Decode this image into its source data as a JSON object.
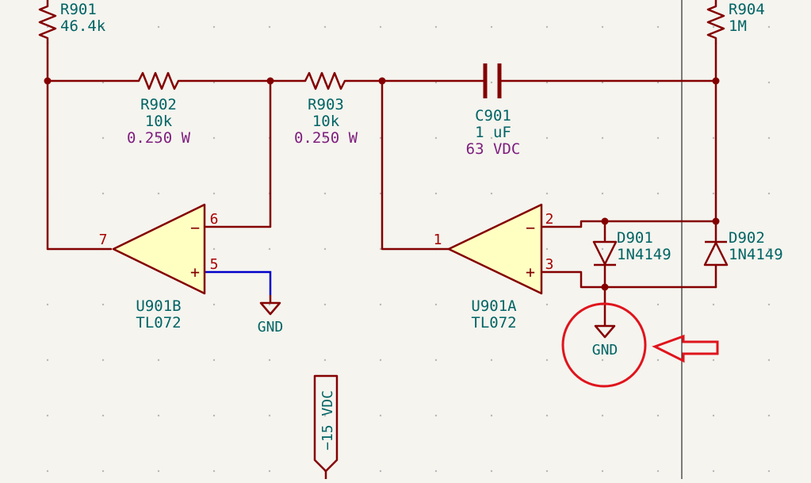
{
  "colors": {
    "background": "#f5f4ef",
    "wire": "#840000",
    "opamp_fill": "#ffffc2",
    "reference_text": "#006464",
    "field_text": "#7e1e7e",
    "pin_number": "#a90000",
    "highlighted_wire": "#0000c8",
    "annotation": "#e0141c"
  },
  "components": {
    "r901": {
      "ref": "R901",
      "value": "46.4k"
    },
    "r902": {
      "ref": "R902",
      "value": "10k",
      "power": "0.250 W"
    },
    "r903": {
      "ref": "R903",
      "value": "10k",
      "power": "0.250 W"
    },
    "r904": {
      "ref": "R904",
      "value": "1M"
    },
    "c901": {
      "ref": "C901",
      "value": "1 uF",
      "voltage": "63 VDC"
    },
    "u901b": {
      "ref": "U901B",
      "value": "TL072",
      "pins": {
        "out": "7",
        "inv": "6",
        "noninv": "5"
      }
    },
    "u901a": {
      "ref": "U901A",
      "value": "TL072",
      "pins": {
        "out": "1",
        "inv": "2",
        "noninv": "3"
      }
    },
    "d901": {
      "ref": "D901",
      "value": "1N4149"
    },
    "d902": {
      "ref": "D902",
      "value": "1N4149"
    }
  },
  "opamp_signs": {
    "minus": "−",
    "plus": "+"
  },
  "power": {
    "gnd_left": "GND",
    "gnd_right": "GND",
    "neg_supply": "−15 VDC"
  },
  "annotation": {
    "icons": [
      "circle-highlight",
      "left-arrow"
    ]
  }
}
